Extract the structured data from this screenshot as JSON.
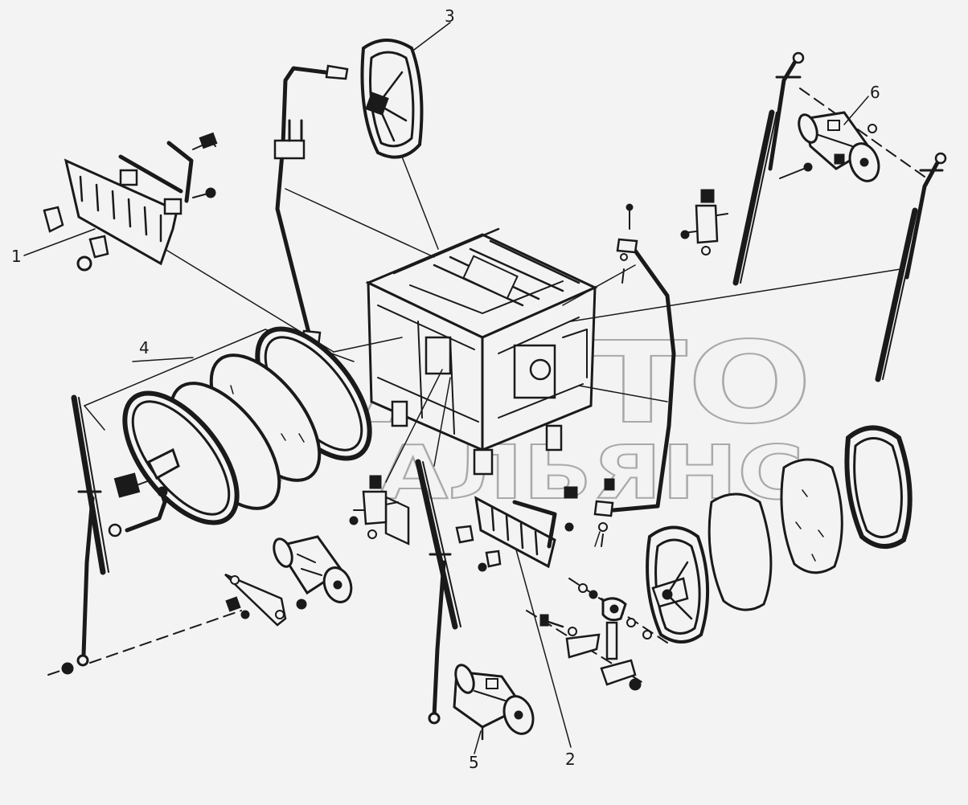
{
  "callouts": {
    "c1": "1",
    "c2": "2",
    "c3": "3",
    "c4": "4",
    "c5": "5",
    "c6": "6"
  },
  "watermark": {
    "line1": "АВТО",
    "line2": "АЛЬЯНС"
  },
  "colors": {
    "background": "#f3f3f3",
    "ink": "#1a1a1a",
    "watermark": "#b0b0b0"
  }
}
